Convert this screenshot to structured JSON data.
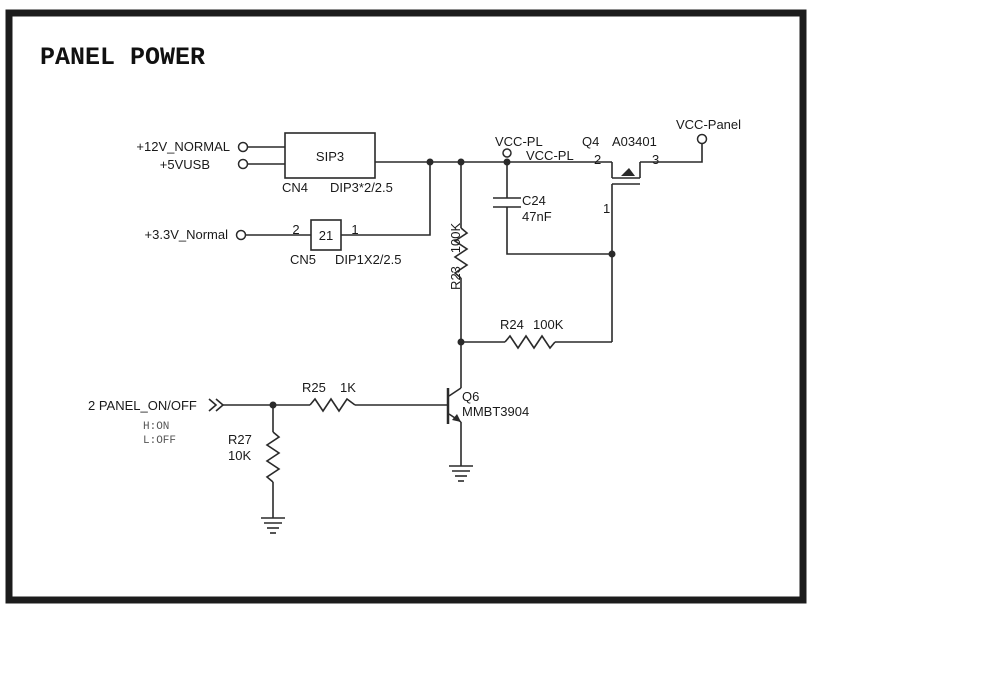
{
  "title": "PANEL POWER",
  "nets": {
    "v12": "+12V_NORMAL",
    "v5usb": "+5VUSB",
    "v33": "+3.3V_Normal",
    "vcc_pl_flag": "VCC-PL",
    "vcc_pl_wire": "VCC-PL",
    "vcc_panel": "VCC-Panel",
    "panel_onoff": "2  PANEL_ON/OFF",
    "h_on": "H:ON",
    "l_off": "L:OFF"
  },
  "components": {
    "sip3": {
      "body": "SIP3",
      "ref": "CN4",
      "value": "DIP3*2/2.5"
    },
    "cn5": {
      "body": "21",
      "pin_left": "2",
      "pin_right": "1",
      "ref": "CN5",
      "value": "DIP1X2/2.5"
    },
    "q4": {
      "ref": "Q4",
      "value": "A03401",
      "pin2": "2",
      "pin3": "3",
      "pin1": "1"
    },
    "c24": {
      "ref": "C24",
      "value": "47nF"
    },
    "r23": {
      "ref": "R23",
      "value": "100K"
    },
    "r24": {
      "ref": "R24",
      "value": "100K"
    },
    "r25": {
      "ref": "R25",
      "value": "1K"
    },
    "r27": {
      "ref": "R27",
      "value": "10K"
    },
    "q6": {
      "ref": "Q6",
      "value": "MMBT3904"
    }
  }
}
